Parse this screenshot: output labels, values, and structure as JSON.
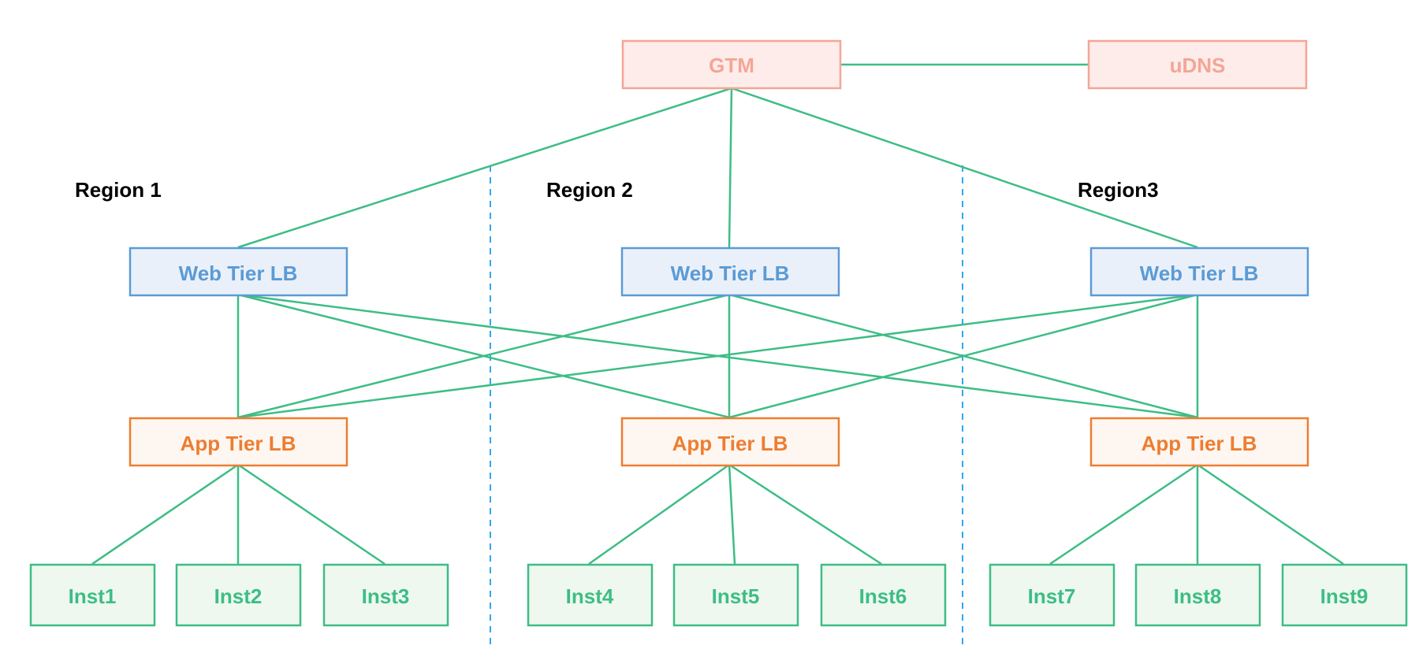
{
  "colors": {
    "connector": "#3dbd85",
    "divider": "#2fa8f0",
    "gtm_border": "#f4a596",
    "gtm_fill": "#fdecea",
    "gtm_text": "#f4a596",
    "web_border": "#5b9bd5",
    "web_fill": "#eaf0fa",
    "web_text": "#5b9bd5",
    "app_border": "#ed7d31",
    "app_fill": "#fef6f0",
    "app_text": "#ed7d31",
    "inst_border": "#3dbd85",
    "inst_fill": "#eef8ef",
    "inst_text": "#3dbd85",
    "region_text": "#000000"
  },
  "diagram": {
    "regions": [
      "Region 1",
      "Region 2",
      "Region3"
    ],
    "gtm": "GTM",
    "udns": "uDNS",
    "web_lbs": [
      "Web Tier LB",
      "Web Tier LB",
      "Web Tier LB"
    ],
    "app_lbs": [
      "App Tier LB",
      "App Tier LB",
      "App Tier LB"
    ],
    "instances": [
      "Inst1",
      "Inst2",
      "Inst3",
      "Inst4",
      "Inst5",
      "Inst6",
      "Inst7",
      "Inst8",
      "Inst9"
    ]
  }
}
